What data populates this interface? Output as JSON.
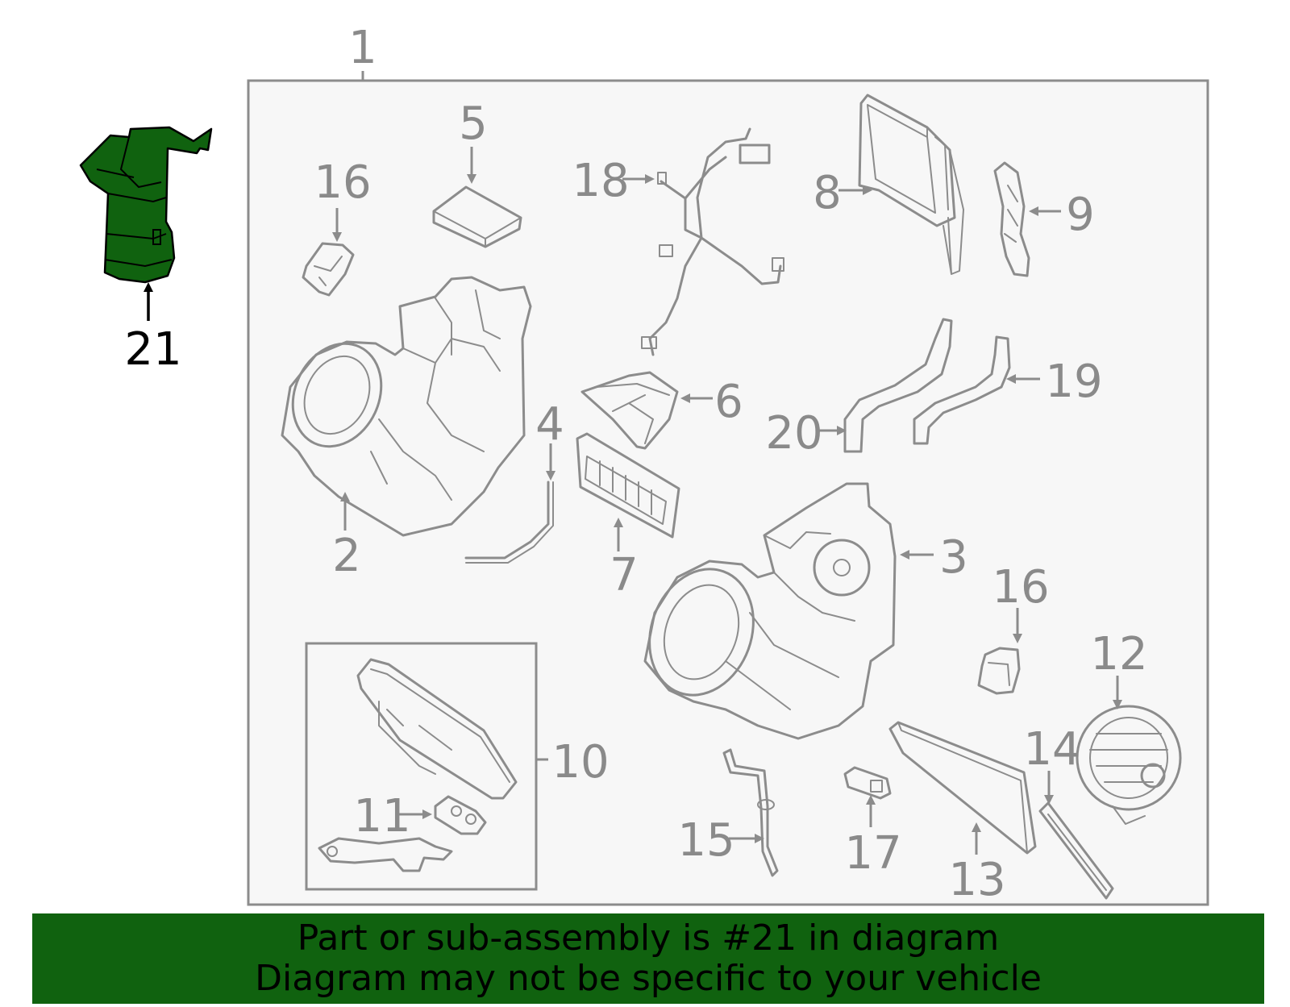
{
  "callouts": {
    "c1": "1",
    "c2": "2",
    "c3": "3",
    "c4": "4",
    "c5": "5",
    "c6": "6",
    "c7": "7",
    "c8": "8",
    "c9": "9",
    "c10": "10",
    "c11": "11",
    "c12": "12",
    "c13": "13",
    "c14": "14",
    "c15": "15",
    "c16a": "16",
    "c16b": "16",
    "c17": "17",
    "c18": "18",
    "c19": "19",
    "c20": "20",
    "c21": "21"
  },
  "highlighted_part": {
    "number": "21",
    "color": "#10620f"
  },
  "banner": {
    "line1": "Part or sub-assembly is #21 in diagram",
    "line2": "Diagram may not be specific to your vehicle",
    "color": "#10620f"
  },
  "colors": {
    "panel_fill": "#f7f7f7",
    "line_gray": "#8c8c8c",
    "text_gray": "#8a8a8a"
  }
}
